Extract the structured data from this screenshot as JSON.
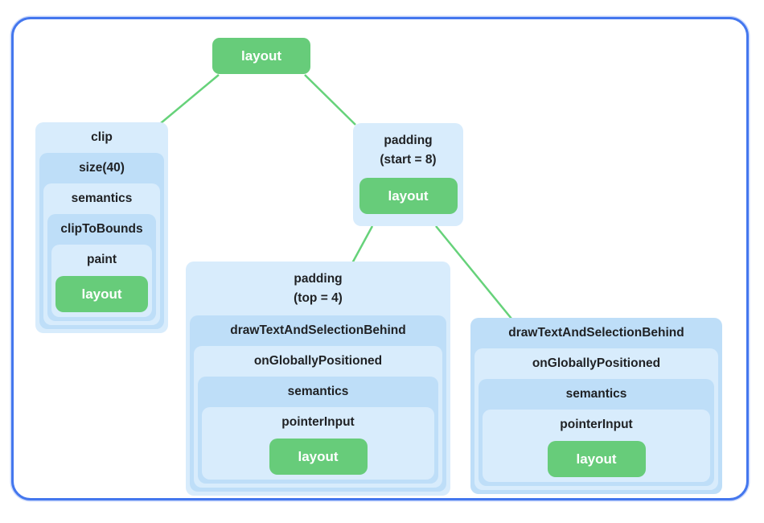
{
  "diagram": {
    "root": {
      "label": "layout"
    },
    "clip_chain": {
      "clip": "clip",
      "size": "size(40)",
      "semantics": "semantics",
      "clip_to_bounds": "clipToBounds",
      "paint": "paint",
      "layout": "layout"
    },
    "padding_start_chain": {
      "title_line1": "padding",
      "title_line2": "(start = 8)",
      "layout": "layout"
    },
    "padding_top_chain": {
      "title_line1": "padding",
      "title_line2": "(top = 4)",
      "draw": "drawTextAndSelectionBehind",
      "on_globally_positioned": "onGloballyPositioned",
      "semantics": "semantics",
      "pointer_input": "pointerInput",
      "layout": "layout"
    },
    "draw_chain": {
      "draw": "drawTextAndSelectionBehind",
      "on_globally_positioned": "onGloballyPositioned",
      "semantics": "semantics",
      "pointer_input": "pointerInput",
      "layout": "layout"
    },
    "colors": {
      "node_light_blue": "#d8ecfc",
      "node_dark_blue": "#bedef8",
      "leaf_green": "#67cc7a",
      "edge_green": "#66d27a",
      "frame_border_blue": "#4477ee",
      "text": "#1f2124"
    }
  }
}
